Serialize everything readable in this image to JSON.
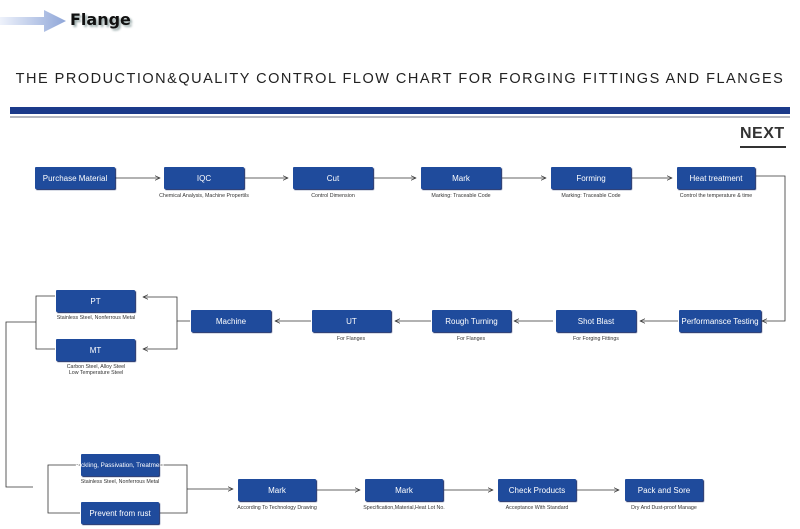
{
  "header": {
    "brand": "Flange",
    "arrow_icon": "right-arrow-icon",
    "title": "THE PRODUCTION&QUALITY CONTROL FLOW CHART FOR FORGING FITTINGS AND FLANGES",
    "next_label": "NEXT"
  },
  "colors": {
    "box": "#1f4b9c",
    "rule": "#1b3a8a",
    "line": "#333333"
  },
  "steps": {
    "purchase": {
      "label": "Purchase Material",
      "caption": ""
    },
    "iqc": {
      "label": "IQC",
      "caption": "Chemical Analysis, Machine Propertils"
    },
    "cut": {
      "label": "Cut",
      "caption": "Control Dimension"
    },
    "mark1": {
      "label": "Mark",
      "caption": "Marking: Traceable Code"
    },
    "forming": {
      "label": "Forming",
      "caption": "Marking: Traceable Code"
    },
    "heat": {
      "label": "Heat treatment",
      "caption": "Control the temperature & time"
    },
    "perf": {
      "label": "Performansce Testing",
      "caption": ""
    },
    "shot": {
      "label": "Shot Blast",
      "caption": "For Forging Fittings"
    },
    "rough": {
      "label": "Rough Turning",
      "caption": "For Flanges"
    },
    "ut": {
      "label": "UT",
      "caption": "For Flanges"
    },
    "machine": {
      "label": "Machine",
      "caption": ""
    },
    "pt": {
      "label": "PT",
      "caption": "Stainless Steel, Nonferrous Metal"
    },
    "mt": {
      "label": "MT",
      "caption1": "Carbon Steel, Alloy Steel",
      "caption2": "Low Temperature Steel"
    },
    "pickling": {
      "label": "Pickling, Passivation, Treatment",
      "caption": "Stainless Steel, Nonferrous Metal"
    },
    "rust": {
      "label": "Prevent from rust",
      "caption": ""
    },
    "mark2": {
      "label": "Mark",
      "caption": "According To Technology Drawing"
    },
    "mark3": {
      "label": "Mark",
      "caption": "Specification,Material,Heat Lot No."
    },
    "check": {
      "label": "Check Products",
      "caption": "Acceptance With Standard"
    },
    "pack": {
      "label": "Pack and Sore",
      "caption": "Dry And Dust-proof Manage"
    }
  }
}
